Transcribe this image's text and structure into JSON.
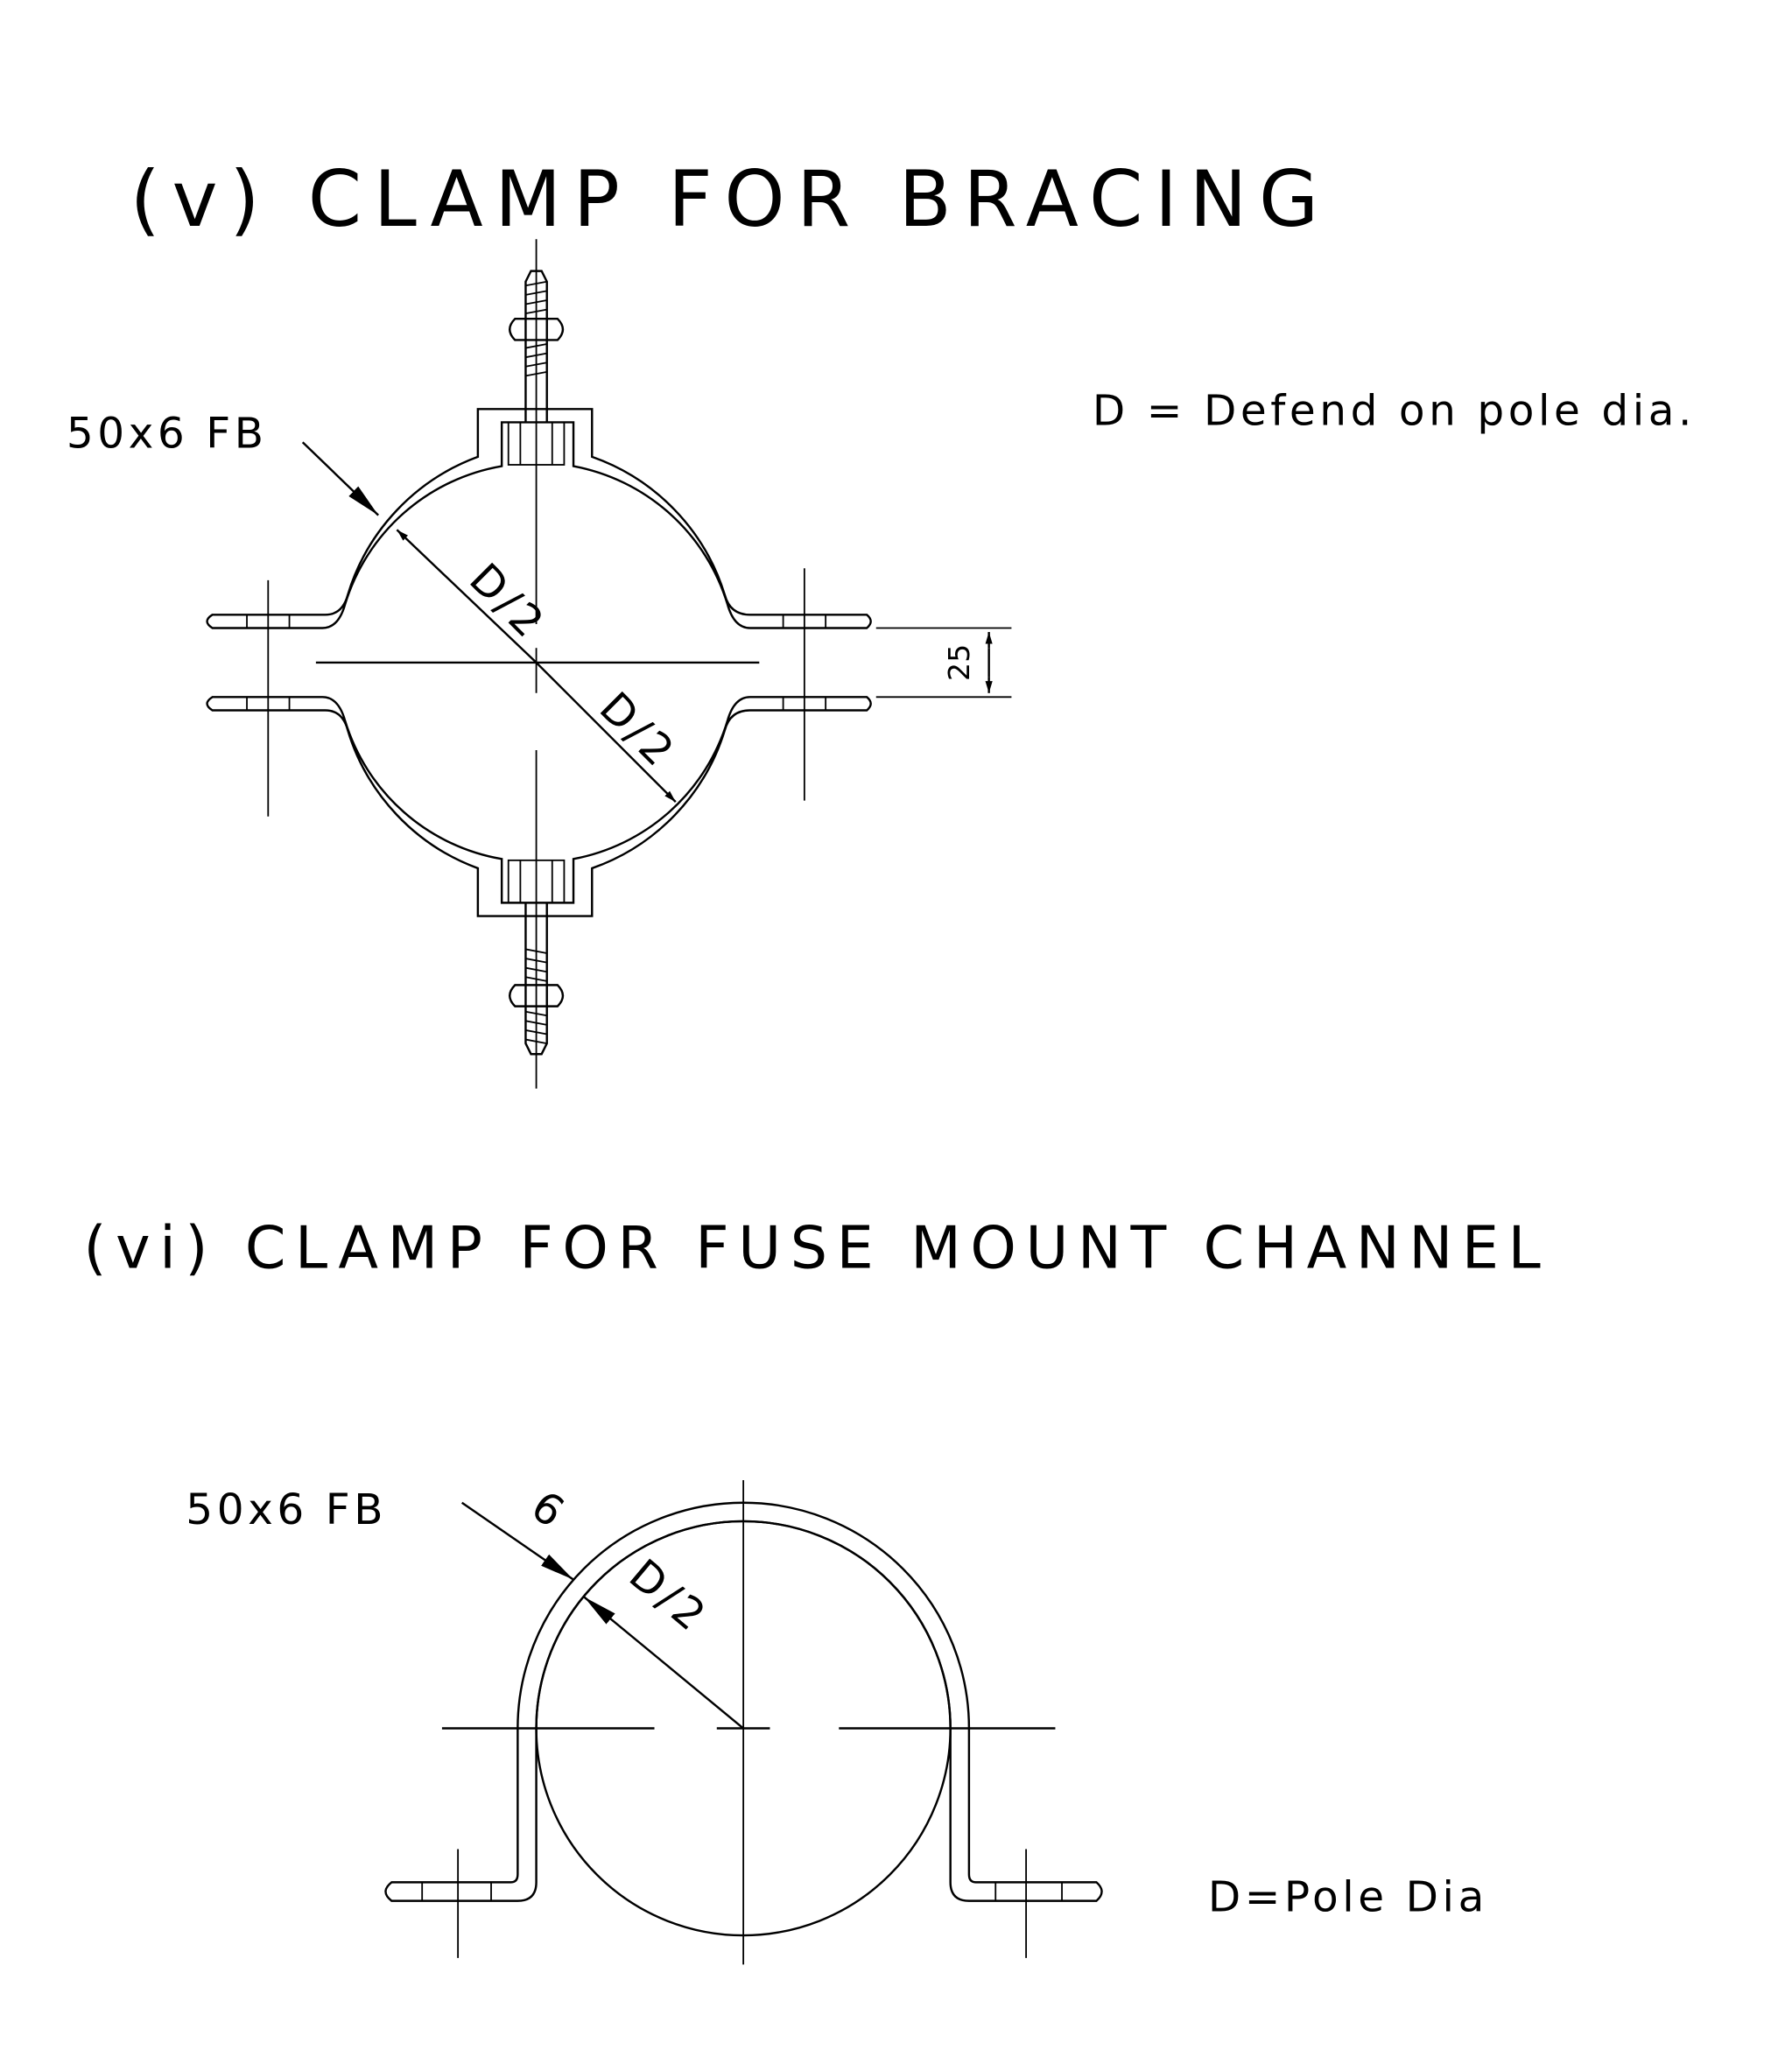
{
  "sections": [
    {
      "title": "(v) CLAMP FOR BRACING",
      "material_label": "50x6 FB",
      "note": "D = Defend on pole dia.",
      "dim_radius_1": "D/2",
      "dim_radius_2": "D/2",
      "dim_gap": "25"
    },
    {
      "title": "(vi) CLAMP FOR FUSE MOUNT CHANNEL",
      "material_label": "50x6 FB",
      "thickness": "6",
      "dim_radius": "D/2",
      "note": "D=Pole Dia"
    }
  ],
  "colors": {
    "line": "#000000",
    "background": "#ffffff"
  }
}
